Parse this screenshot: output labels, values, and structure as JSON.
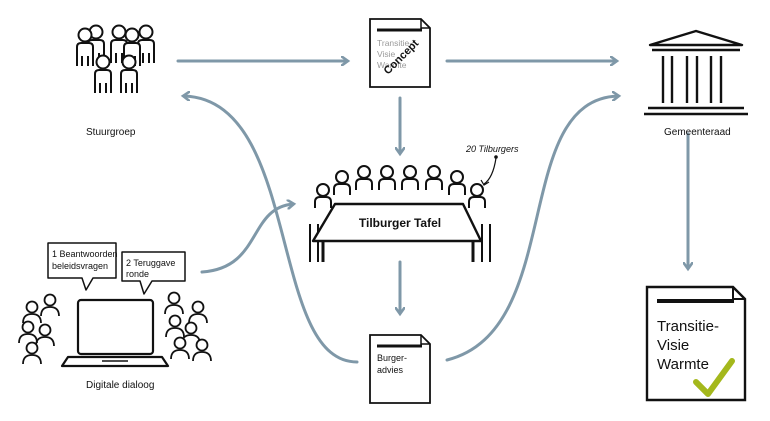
{
  "nodes": {
    "stuurgroep": {
      "label": "Stuurgroep"
    },
    "concept": {
      "lines": [
        "Transitie-",
        "Visie",
        "Warmte"
      ],
      "stamp": "Concept"
    },
    "gemeenteraad": {
      "label": "Gemeenteraad"
    },
    "tafel": {
      "label": "Tilburger Tafel",
      "annotation": "20 Tilburgers"
    },
    "digitale": {
      "label": "Digitale dialoog",
      "bubble1": [
        "1 Beantwoorden",
        "beleidsvragen"
      ],
      "bubble2": [
        "2 Teruggave",
        "ronde"
      ]
    },
    "burgeradvies": {
      "lines": [
        "Burger-",
        "advies"
      ]
    },
    "final_doc": {
      "lines": [
        "Transitie-",
        "Visie",
        "Warmte"
      ]
    }
  },
  "colors": {
    "arrow": "#7f98a8",
    "ink": "#111111",
    "check": "#a4b81c"
  }
}
